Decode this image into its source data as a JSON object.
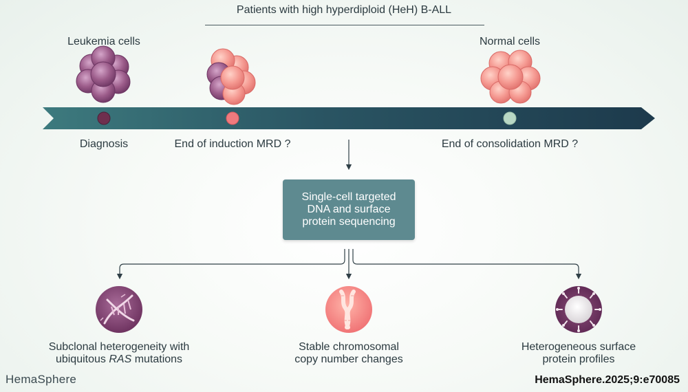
{
  "title": "Patients with high hyperdiploid (HeH) B-ALL",
  "cell_labels": {
    "leukemia": "Leukemia cells",
    "normal": "Normal cells"
  },
  "timepoints": [
    {
      "label": "Diagnosis",
      "marker_color": "#6e2f4e"
    },
    {
      "label": "End of induction MRD ?",
      "marker_color": "#f07a7e"
    },
    {
      "label": "End of consolidation MRD ?",
      "marker_color": "#b9d8c4"
    }
  ],
  "process": {
    "lines": [
      "Single-cell targeted",
      "DNA and surface",
      "protein sequencing"
    ]
  },
  "outcomes": [
    {
      "line1": "Subclonal heterogeneity with",
      "line2_pre": "ubiquitous ",
      "line2_em": "RAS",
      "line2_post": " mutations"
    },
    {
      "line1": "Stable chromosomal",
      "line2_pre": "copy number changes",
      "line2_em": "",
      "line2_post": ""
    },
    {
      "line1": "Heterogeneous surface",
      "line2_pre": "protein profiles",
      "line2_em": "",
      "line2_post": ""
    }
  ],
  "footer": {
    "left": "HemaSphere",
    "right": "HemaSphere.2025;9:e70085"
  },
  "colors": {
    "timeline_dark": "#1d3a4c",
    "timeline_light": "#3d7a7e",
    "process_box": "#5e8a90",
    "leukemia_cell": "#8f4f7c",
    "normal_cell": "#f2938f"
  },
  "icons": [
    "dna-icon",
    "chromosome-icon",
    "surface-protein-cell-icon"
  ]
}
